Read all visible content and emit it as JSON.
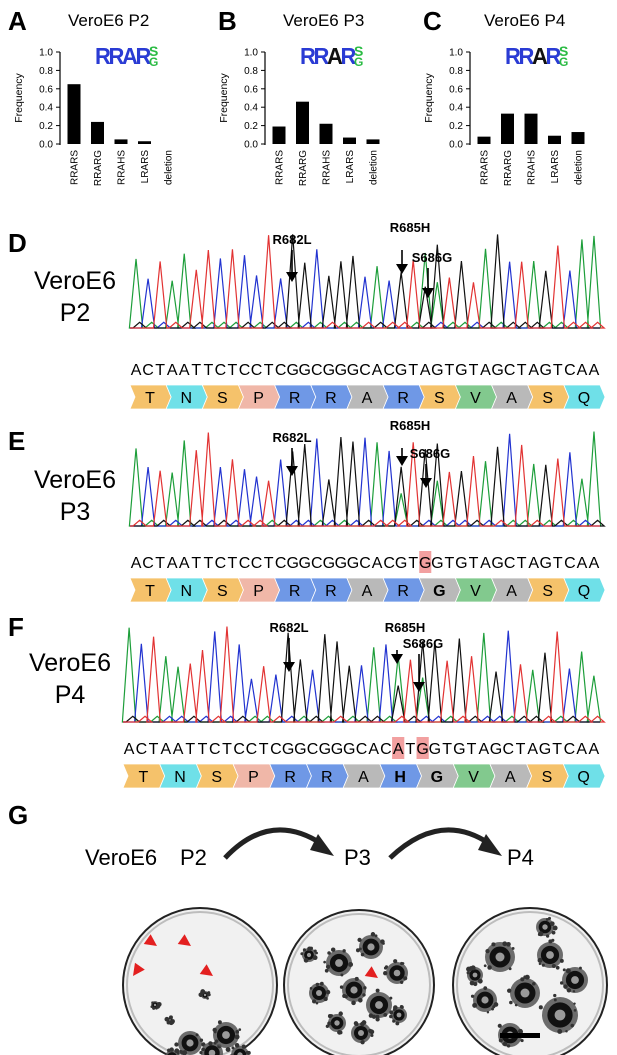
{
  "panels": {
    "A": {
      "letter": "A",
      "title": "VeroE6 P2",
      "logo": [
        "R",
        "R",
        "A",
        "R",
        "S",
        "G"
      ]
    },
    "B": {
      "letter": "B",
      "title": "VeroE6 P3",
      "logo": [
        "R",
        "R",
        "A",
        "R",
        "S",
        "G"
      ]
    },
    "C": {
      "letter": "C",
      "title": "VeroE6 P4",
      "logo": [
        "R",
        "R",
        "A",
        "R",
        "S",
        "G"
      ]
    },
    "D": {
      "letter": "D",
      "label1": "VeroE6",
      "label2": "P2",
      "m1": "R682L",
      "m2": "R685H",
      "m3": "S686G",
      "seq": "ACTAATTCTCCTCGGCGGGCACGTAGTGTAGCTAGTCAA",
      "aa": [
        "T",
        "N",
        "S",
        "P",
        "R",
        "R",
        "A",
        "R",
        "S",
        "V",
        "A",
        "S",
        "Q"
      ]
    },
    "E": {
      "letter": "E",
      "label1": "VeroE6",
      "label2": "P3",
      "m1": "R682L",
      "m2": "R685H",
      "m3": "S686G",
      "seq": "ACTAATTCTCCTCGGCGGGCACGTGGTGTAGCTAGTCAA",
      "aa": [
        "T",
        "N",
        "S",
        "P",
        "R",
        "R",
        "A",
        "R",
        "G",
        "V",
        "A",
        "S",
        "Q"
      ]
    },
    "F": {
      "letter": "F",
      "label1": "VeroE6",
      "label2": "P4",
      "m1": "R682L",
      "m2": "R685H",
      "m3": "S686G",
      "seq": "ACTAATTCTCCTCGGCGGGCACATGGTGTAGCTAGTCAA",
      "aa": [
        "T",
        "N",
        "S",
        "P",
        "R",
        "R",
        "A",
        "H",
        "G",
        "V",
        "A",
        "S",
        "Q"
      ]
    },
    "G": {
      "letter": "G",
      "label": "VeroE6",
      "p2": "P2",
      "p3": "P3",
      "p4": "P4"
    }
  },
  "chart_data": [
    {
      "type": "bar",
      "title": "VeroE6 P2",
      "xlabel": "",
      "ylabel": "Frequency",
      "categories": [
        "RRARS",
        "RRARG",
        "RRAHS",
        "LRARS",
        "deletion"
      ],
      "values": [
        0.65,
        0.24,
        0.05,
        0.03,
        0.0
      ],
      "ylim": [
        0,
        1.0
      ],
      "yticks": [
        "0.0",
        "0.2",
        "0.4",
        "0.6",
        "0.8",
        "1.0"
      ]
    },
    {
      "type": "bar",
      "title": "VeroE6 P3",
      "xlabel": "",
      "ylabel": "Frequency",
      "categories": [
        "RRARS",
        "RRARG",
        "RRAHS",
        "LRARS",
        "deletion"
      ],
      "values": [
        0.19,
        0.46,
        0.22,
        0.07,
        0.05
      ],
      "ylim": [
        0,
        1.0
      ],
      "yticks": [
        "0.0",
        "0.2",
        "0.4",
        "0.6",
        "0.8",
        "1.0"
      ]
    },
    {
      "type": "bar",
      "title": "VeroE6 P4",
      "xlabel": "",
      "ylabel": "Frequency",
      "categories": [
        "RRARS",
        "RRARG",
        "RRAHS",
        "LRARS",
        "deletion"
      ],
      "values": [
        0.08,
        0.33,
        0.33,
        0.09,
        0.13
      ],
      "ylim": [
        0,
        1.0
      ],
      "yticks": [
        "0.0",
        "0.2",
        "0.4",
        "0.6",
        "0.8",
        "1.0"
      ]
    }
  ],
  "colors": {
    "A": "#1d9e3a",
    "C": "#2233d0",
    "G": "#111111",
    "T": "#e23333",
    "aa_T": "#f5c26b",
    "aa_N": "#6fe0e8",
    "aa_S": "#f5c26b",
    "aa_P": "#f0b7a8",
    "aa_R": "#6f98e6",
    "aa_A": "#b9b9b9",
    "aa_V": "#82c98e",
    "aa_Q": "#6fe0e8",
    "aa_H": "#6f98e6",
    "aa_G": "#b9b9b9",
    "highlight": "#f2a0a0",
    "arrowhead": "#e32020"
  }
}
